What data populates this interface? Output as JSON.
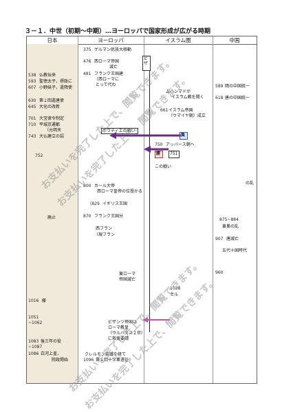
{
  "title": "３－１．中世（初期～中期）…ヨーロッパで国家形成が広がる時期",
  "headers": {
    "japan": "日本",
    "europe": "ヨーロッパ",
    "islam": "イスラム圏",
    "china": "中国"
  },
  "japan": [
    {
      "y": "538",
      "t": "仏教伝来"
    },
    {
      "y": "593",
      "t": "聖徳太子，摂政に"
    },
    {
      "y": "607",
      "t": "小野妹子，遣隋使"
    },
    {
      "y": "630",
      "t": "第１回遣唐使"
    },
    {
      "y": "645",
      "t": "大化の改新"
    },
    {
      "y": "701",
      "t": "大宝律令制定"
    },
    {
      "y": "710",
      "t": "平城京遷都"
    },
    {
      "y": "",
      "t": "（元明天"
    },
    {
      "y": "743",
      "t": "大仏建立の詔"
    },
    {
      "y": "752",
      "t": ""
    },
    {
      "y": "",
      "t": "廃止"
    },
    {
      "y": "1016",
      "t": "藤"
    },
    {
      "y": "1051",
      "t": ""
    },
    {
      "y": "~1062",
      "t": ""
    },
    {
      "y": "1083",
      "t": "後三年の役"
    },
    {
      "y": "~1087",
      "t": ""
    },
    {
      "y": "1086",
      "t": "白河上皇，"
    },
    {
      "y": "",
      "t": "院政開始"
    }
  ],
  "europe": [
    {
      "y": "375",
      "t": "ゲルマン民族大移動"
    },
    {
      "y": "476",
      "t": "西ローマ帝国"
    },
    {
      "y": "",
      "t": "滅亡"
    },
    {
      "y": "481",
      "t": "フランク王国建"
    },
    {
      "y": "",
      "t": "（西ローマに"
    },
    {
      "y": "",
      "t": "とって代わ"
    },
    {
      "y": "",
      "t": "ポワティエの戦い"
    },
    {
      "y": "800",
      "t": "カール大帝"
    },
    {
      "y": "",
      "t": "西ローマ皇帝の位授かる"
    },
    {
      "y": "(829",
      "t": "イギリス王国"
    },
    {
      "y": "870",
      "t": "フランク王国分"
    },
    {
      "y": "",
      "t": "西フラン"
    },
    {
      "y": "",
      "t": "（現フラン"
    },
    {
      "y": "",
      "t": "東ローマ"
    },
    {
      "y": "",
      "t": "帝国滅亡"
    },
    {
      "y": "",
      "t": "ビザンツ帝国は"
    },
    {
      "y": "",
      "t": "ローマ教皇"
    },
    {
      "y": "",
      "t": "（ウルバヌス２世）"
    },
    {
      "y": "",
      "t": "に救援要請"
    },
    {
      "y": "",
      "t": "クレルモン会議を経て"
    },
    {
      "y": "1096",
      "t": "第１回十字軍遠征"
    }
  ],
  "islam": [
    {
      "y": "",
      "t": "ムハンマドが"
    },
    {
      "y": "",
      "t": "イスラム教を開く"
    },
    {
      "y": "661",
      "t": "イスラム帝国"
    },
    {
      "y": "",
      "t": "（ウマイヤ朝）成立"
    },
    {
      "y": "750",
      "t": "アッバース朝へ"
    },
    {
      "y": "",
      "t": "この戦い"
    },
    {
      "y": "1038",
      "t": "セル"
    }
  ],
  "china": [
    {
      "y": "589",
      "t": "隋の中国統一"
    },
    {
      "y": "618",
      "t": "唐の中国統一"
    },
    {
      "y": "",
      "t": "の乱"
    },
    {
      "y": "875~884",
      "t": "黄巣の乱"
    },
    {
      "y": "907",
      "t": "唐滅亡"
    },
    {
      "y": "",
      "t": "五代十国時代"
    },
    {
      "y": "960",
      "t": ""
    }
  ],
  "labels": {
    "byzantium": "ビザ",
    "win": "勝",
    "lose": "負",
    "small": "751"
  },
  "watermark": "お支払いを完了した上で、閲覧できます。"
}
